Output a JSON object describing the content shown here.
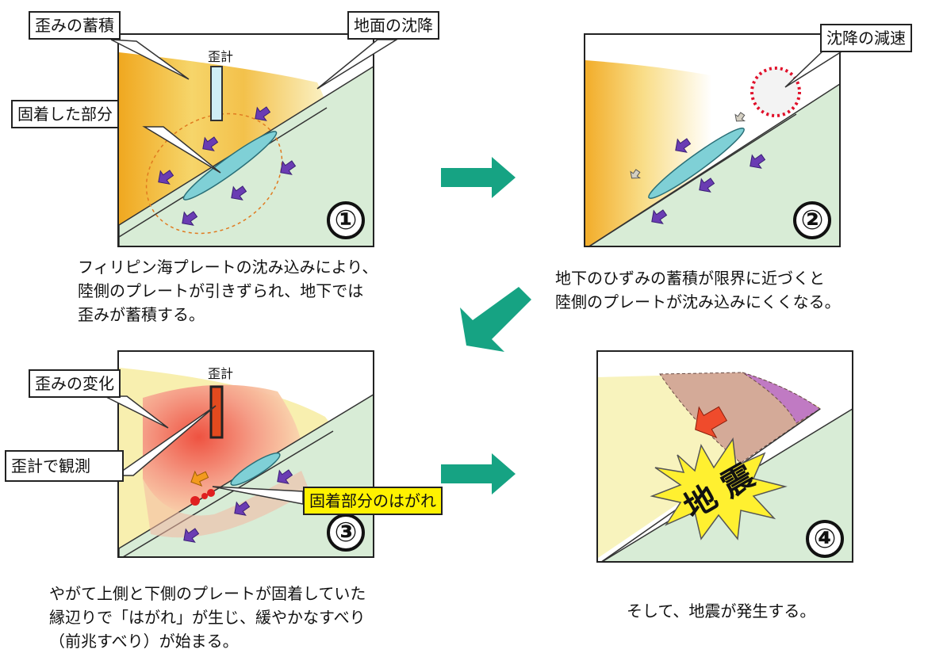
{
  "panels": [
    {
      "number": "①",
      "labels": {
        "strain_accumulation": "歪みの蓄積",
        "ground_subsidence": "地面の沈降",
        "fixed_part": "固着した部分",
        "strain_gauge": "歪計"
      },
      "caption": [
        "フィリピン海プレートの沈み込みにより、",
        "陸側のプレートが引きずられ、地下では",
        "歪みが蓄積する。"
      ]
    },
    {
      "number": "②",
      "labels": {
        "subsidence_slowdown": "沈降の減速"
      },
      "caption": [
        "地下のひずみの蓄積が限界に近づくと",
        "陸側のプレートが沈み込みにくくなる。"
      ]
    },
    {
      "number": "③",
      "labels": {
        "strain_change": "歪みの変化",
        "strain_gauge": "歪計",
        "observed_by_gauge": "歪計で観測",
        "detachment": "固着部分のはがれ"
      },
      "caption": [
        "やがて上側と下側のプレートが固着していた",
        "縁辺りで「はがれ」が生じ、緩やかなすべり",
        "（前兆すべり）が始まる。"
      ]
    },
    {
      "number": "④",
      "labels": {
        "earthquake": "地 震"
      },
      "caption": [
        "そして、地震が発生する。"
      ]
    }
  ],
  "colors": {
    "plate": "#d8ecd6",
    "fixed_zone": "#7fd0d6",
    "arrow_teal": "#16a383",
    "motion_arrow": "#6a3cb3",
    "warm": "#f2b73a",
    "red_zone": "#ef5a4a",
    "highlight": "#fff200",
    "dashed_circle": "#e0112b"
  }
}
